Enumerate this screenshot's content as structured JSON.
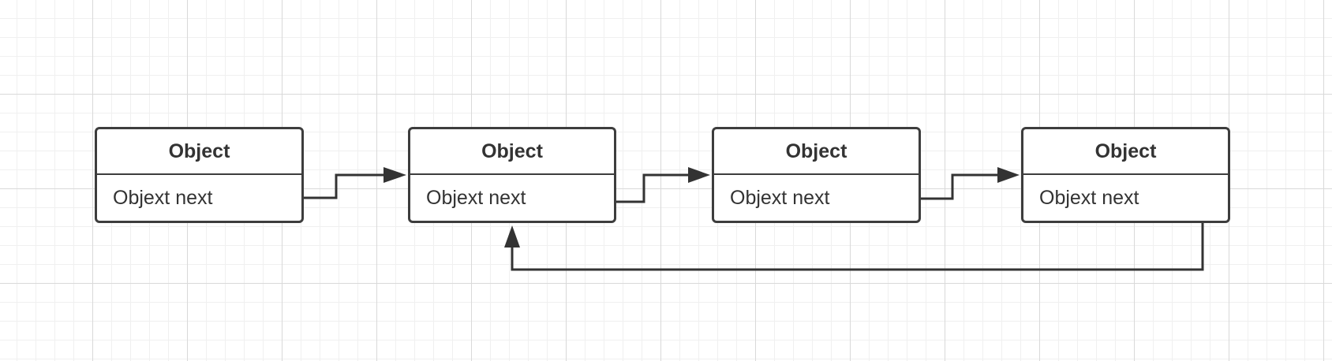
{
  "nodes": [
    {
      "id": "n1",
      "title": "Object",
      "field": "Objext next"
    },
    {
      "id": "n2",
      "title": "Object",
      "field": "Objext next"
    },
    {
      "id": "n3",
      "title": "Object",
      "field": "Objext next"
    },
    {
      "id": "n4",
      "title": "Object",
      "field": "Objext next"
    }
  ],
  "edges": [
    {
      "from": "n1",
      "to": "n2"
    },
    {
      "from": "n2",
      "to": "n3"
    },
    {
      "from": "n3",
      "to": "n4"
    },
    {
      "from": "n4",
      "to": "n2"
    }
  ],
  "colors": {
    "stroke": "#3d3d3d",
    "text": "#333333",
    "grid": "#d9d9d9",
    "background": "#ffffff"
  }
}
